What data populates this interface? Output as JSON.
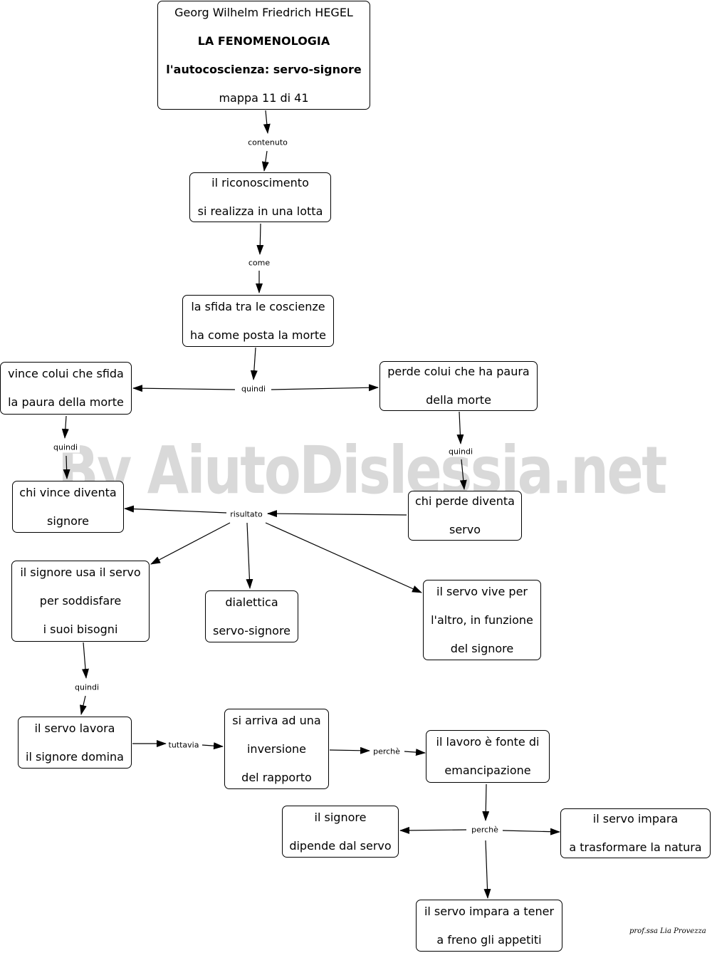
{
  "watermark": "By AiutoDislessia.net",
  "signature": "prof.ssa Lia Provezza",
  "nodes": {
    "title": {
      "line1": "Georg Wilhelm Friedrich HEGEL",
      "line2": "LA FENOMENOLOGIA",
      "line3": "l'autocoscienza: servo-signore",
      "line4": "mappa 11 di 41"
    },
    "riconoscimento": {
      "line1": "il riconoscimento",
      "line2": "si realizza in una lotta"
    },
    "sfida": {
      "line1": "la sfida tra le coscienze",
      "line2": "ha come posta la morte"
    },
    "vince": {
      "line1": "vince colui che sfida",
      "line2": "la paura della morte"
    },
    "perde": {
      "line1": "perde colui che ha paura",
      "line2": "della morte"
    },
    "chi_vince": {
      "line1": "chi vince diventa",
      "line2": "signore"
    },
    "chi_perde": {
      "line1": "chi perde diventa",
      "line2": "servo"
    },
    "signore_usa": {
      "line1": "il signore usa il servo",
      "line2": "per soddisfare",
      "line3": "i suoi bisogni"
    },
    "dialettica": {
      "line1": "dialettica",
      "line2": "servo-signore"
    },
    "servo_vive": {
      "line1": "il servo vive per",
      "line2": "l'altro, in funzione",
      "line3": "del signore"
    },
    "servo_lavora": {
      "line1": "il servo lavora",
      "line2": "il signore domina"
    },
    "inversione": {
      "line1": "si arriva ad una",
      "line2": "inversione",
      "line3": "del rapporto"
    },
    "lavoro": {
      "line1": "il lavoro è fonte di",
      "line2": "emancipazione"
    },
    "signore_dipende": {
      "line1": "il signore",
      "line2": "dipende dal servo"
    },
    "trasformare": {
      "line1": "il servo impara",
      "line2": "a trasformare la natura"
    },
    "freno": {
      "line1": "il servo impara a tener",
      "line2": "a freno gli appetiti"
    }
  },
  "links": {
    "contenuto": "contenuto",
    "come": "come",
    "quindi_1": "quindi",
    "quindi_2": "quindi",
    "quindi_3": "quindi",
    "risultato": "risultato",
    "quindi_4": "quindi",
    "tuttavia": "tuttavia",
    "perche_1": "perchè",
    "perche_2": "perchè"
  }
}
